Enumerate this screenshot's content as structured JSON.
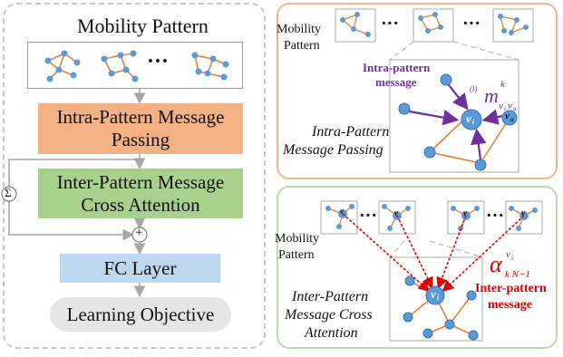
{
  "left": {
    "title": "Mobility Pattern",
    "ellipsis": "···",
    "intra_line1": "Intra-Pattern Message",
    "intra_line2": "Passing",
    "inter_line1": "Inter-Pattern Message",
    "inter_line2": "Cross Attention",
    "sum_symbol": "Σ",
    "plus_symbol": "+",
    "fc": "FC Layer",
    "objective": "Learning Objective"
  },
  "top_right": {
    "mobility_l1": "Mobility",
    "mobility_l2": "Pattern",
    "ellipsis": "···",
    "msg_label_l1": "Intra-pattern",
    "msg_label_l2": "message",
    "caption_l1": "Intra-Pattern",
    "caption_l2": "Message Passing",
    "msg_pre": "(l)",
    "msg_sym": "m",
    "msg_sup": "k",
    "msg_sub": "v",
    "msg_sub2": "i",
    "msg_sub3": "v",
    "msg_sub4": "a",
    "node_vi_base": "v",
    "node_vi_sub": "i",
    "node_va_base": "v",
    "node_va_sub": "a"
  },
  "bottom_right": {
    "mobility_l1": "Mobility",
    "mobility_l2": "Pattern",
    "ellipsis": "···",
    "alpha_sym": "α",
    "alpha_sup": "v",
    "alpha_sup_sub": "i",
    "alpha_sub": "k N−1",
    "msg_label_l1": "Inter-pattern",
    "msg_label_l2": "message",
    "caption_l1": "Inter-Pattern",
    "caption_l2": "Message Cross",
    "caption_l3": "Attention",
    "node_vi_base": "v",
    "node_vi_sub": "i"
  },
  "colors": {
    "intra_box": "#f4b183",
    "inter_box": "#a9d18e",
    "fc_box": "#bdd7ee",
    "objective_box": "#e7e6e6",
    "node": "#5b9bd5",
    "edge": "#ed7d31",
    "purple": "#7030a0",
    "red": "#e00000",
    "arrow_gray": "#a6a6a6"
  }
}
